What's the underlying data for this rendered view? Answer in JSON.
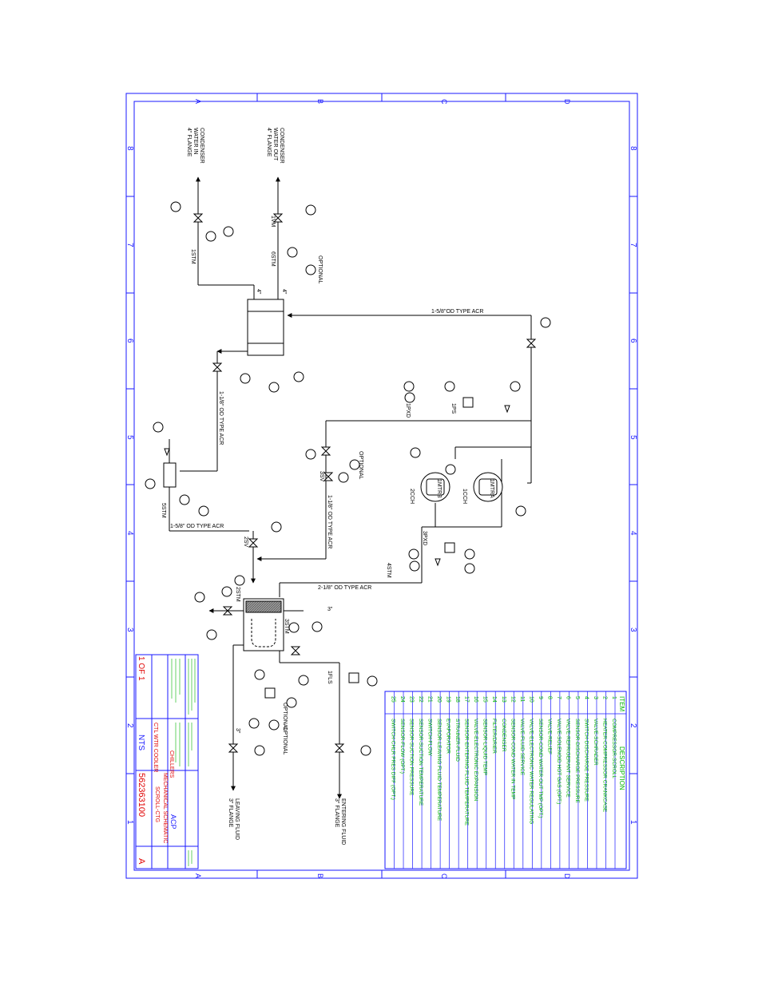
{
  "colors": {
    "frame": "#1a1aff",
    "line": "#000000",
    "green": "#00b400",
    "red": "#e00000",
    "hatch": "#6a6a6a"
  },
  "border": {
    "letters": [
      "A",
      "B",
      "C",
      "D"
    ],
    "numbers": [
      "8",
      "7",
      "6",
      "5",
      "4",
      "3",
      "2",
      "1"
    ]
  },
  "labels": {
    "cond_water_in": [
      "CONDENSER",
      "WATER IN",
      "4\" FLANGE"
    ],
    "cond_water_out": [
      "CONDENSER",
      "WATER OUT",
      "4\" FLANGE"
    ],
    "cond_suction": "1-5/8\"OD TYPE ACR",
    "liquid_line": "1-1/8\" OD TYPE ACR",
    "suction_line": "1-5/8\" OD TYPE ACR",
    "evap_suction": "2-1/8\" OD TYPE ACR",
    "disch_line": "1-1/8\" OD TYPE ACR",
    "entering_fluid": [
      "ENTERING FLUID",
      "3\" FLANGE"
    ],
    "leaving_fluid": [
      "LEAVING FLUID",
      "3\" FLANGE"
    ],
    "optional": "OPTIONAL",
    "four_inch": "4\"",
    "three_inch": "3\"",
    "comp_a": "1MTRA",
    "comp_b": "1MTRB",
    "tags": {
      "t1vm": "1VM",
      "t1stm": "1STM",
      "t6stm": "6STM",
      "t5stm": "5STM",
      "t3sv": "3SV",
      "t2sv": "2SV",
      "t1pxd": "1PXD",
      "t1ps": "1PS",
      "t1cch": "1CCH",
      "t2cch": "2CCH",
      "t3pxd": "3PXD",
      "t4stm": "4STM",
      "t2stm": "2STM",
      "t3stm": "3STM",
      "t1fls": "1FLS"
    }
  },
  "legend": {
    "header_item": "ITEM",
    "header_desc": "DESCRIPTION",
    "rows": [
      [
        "1",
        "COMPRESSOR-SCROLL"
      ],
      [
        "2",
        "HEATER-COMPRESSOR CRANKCASE"
      ],
      [
        "3",
        "VALVE-SCHRADER"
      ],
      [
        "4",
        "SWITCH-DISCHARGE PRESSURE"
      ],
      [
        "5",
        "SENSOR-DISCHARGE PRESSURE"
      ],
      [
        "6",
        "VALVE-REFRIGERANT SERVICE"
      ],
      [
        "7",
        "VALVE-SOLENOID HOT GAS (OPT.)"
      ],
      [
        "8",
        "VALVE-RELIEF"
      ],
      [
        "9",
        "SENSOR-COND WATER OUT TMP (OPT.)"
      ],
      [
        "10",
        "VALVE-ELECTRONIC WATER REGULATING"
      ],
      [
        "11",
        "VALVE-FLUID SERVICE"
      ],
      [
        "12",
        "SENSOR-COND WATER IN TEMP"
      ],
      [
        "13",
        "CONDENSER"
      ],
      [
        "14",
        "FILTER/DRIER"
      ],
      [
        "15",
        "SENSOR-LIQUID TEMP"
      ],
      [
        "16",
        "VALVE-ELECTRONIC EXPANSION"
      ],
      [
        "17",
        "SENSOR-ENTERING FLUID TEMPERATURE"
      ],
      [
        "18",
        "STRAINER-FLUID"
      ],
      [
        "19",
        "EVAPORATOR"
      ],
      [
        "20",
        "SENSOR-LEAVING FLUID TEMPERATURE"
      ],
      [
        "21",
        "SWITCH-FLOW"
      ],
      [
        "22",
        "SENSOR-SUCTION TEMPERATURE"
      ],
      [
        "23",
        "SENSOR-SUCTION PRESSURE"
      ],
      [
        "24",
        "SENSOR-FLOW (OPT.)"
      ],
      [
        "25",
        "SWITCH-CHLR PRES DIFF (OPT.)"
      ]
    ]
  },
  "title_block": {
    "dwg_no": "562363100",
    "sheet": "1 OF 1",
    "scale": "NTS",
    "rev": "A",
    "title": "MECHANICAL SCHEMATIC",
    "model": "CTL WTR COOLER",
    "product": "CHILLERS",
    "series": "SCROLL-CTG",
    "brand": "ACP"
  }
}
